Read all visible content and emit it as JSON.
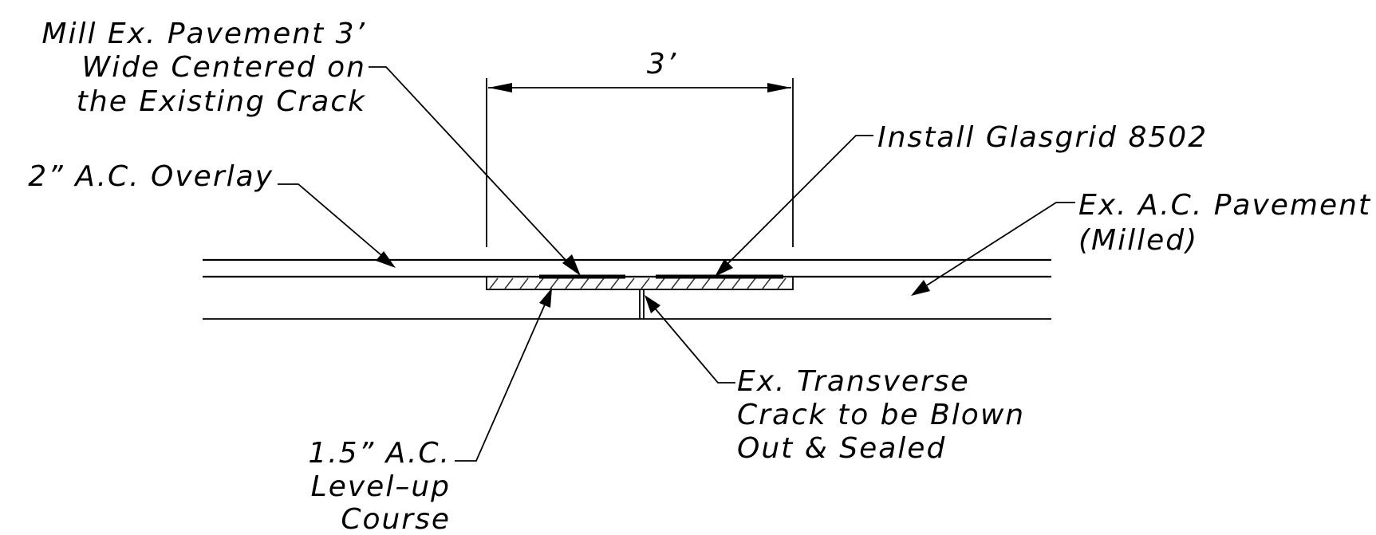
{
  "labels": {
    "mill": [
      "Mill Ex. Pavement 3’",
      "Wide Centered on",
      "the Existing Crack"
    ],
    "dimension": "3’",
    "glasgrid": "Install Glasgrid 8502",
    "overlay": "2” A.C. Overlay",
    "ex_pavement": [
      "Ex. A.C. Pavement",
      "(Milled)"
    ],
    "crack": [
      "Ex. Transverse",
      "Crack to be Blown",
      "Out & Sealed"
    ],
    "levelup": [
      "1.5” A.C.",
      "Level–up",
      "Course"
    ]
  },
  "colors": {
    "ink": "#000000",
    "background": "#ffffff"
  }
}
